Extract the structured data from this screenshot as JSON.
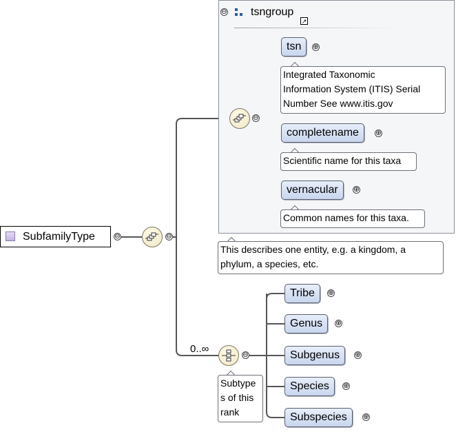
{
  "root": {
    "label": "SubfamilyType"
  },
  "group": {
    "title": "tsngroup"
  },
  "group_elements": [
    {
      "label": "tsn",
      "doc": [
        "Integrated Taxonomic",
        "Information System (ITIS) Serial",
        "Number See www.itis.gov"
      ]
    },
    {
      "label": "completename",
      "doc": [
        "Scientific name for this taxa"
      ]
    },
    {
      "label": "vernacular",
      "doc": [
        "Common names for this taxa."
      ]
    }
  ],
  "group_doc": [
    "This describes one entity, e.g. a kingdom, a",
    "phylum, a species, etc."
  ],
  "choice": {
    "occurrence": "0..∞",
    "doc": [
      "Subtype",
      "s of this",
      "rank"
    ],
    "elements": [
      "Tribe",
      "Genus",
      "Subgenus",
      "Species",
      "Subspecies"
    ]
  },
  "symbols": {
    "collapse": "⊖",
    "expand": "⊕",
    "link": "↗"
  }
}
